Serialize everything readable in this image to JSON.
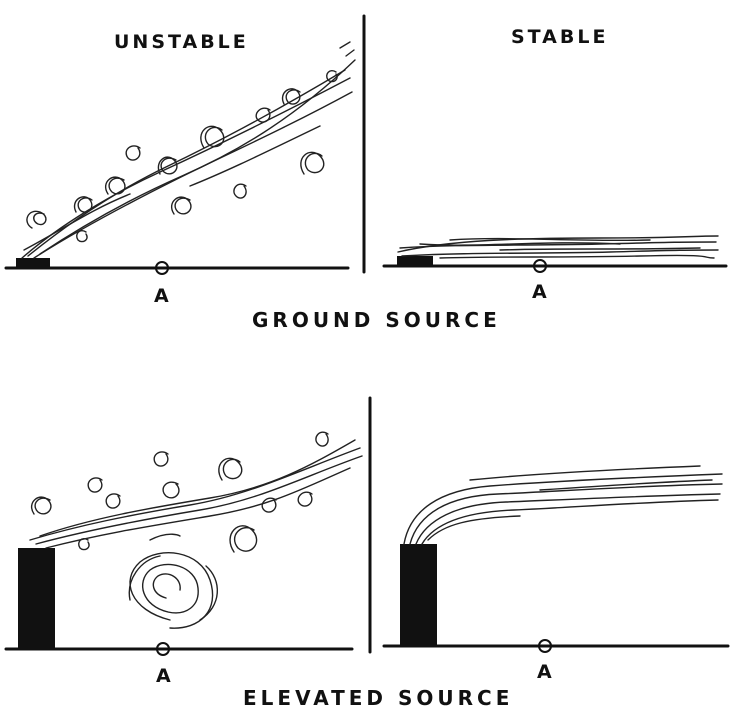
{
  "headers": {
    "unstable": "UNSTABLE",
    "stable": "STABLE"
  },
  "sections": {
    "ground": "GROUND SOURCE",
    "elevated": "ELEVATED SOURCE"
  },
  "point_label": "A",
  "colors": {
    "ink": "#111111",
    "background": "#ffffff"
  }
}
